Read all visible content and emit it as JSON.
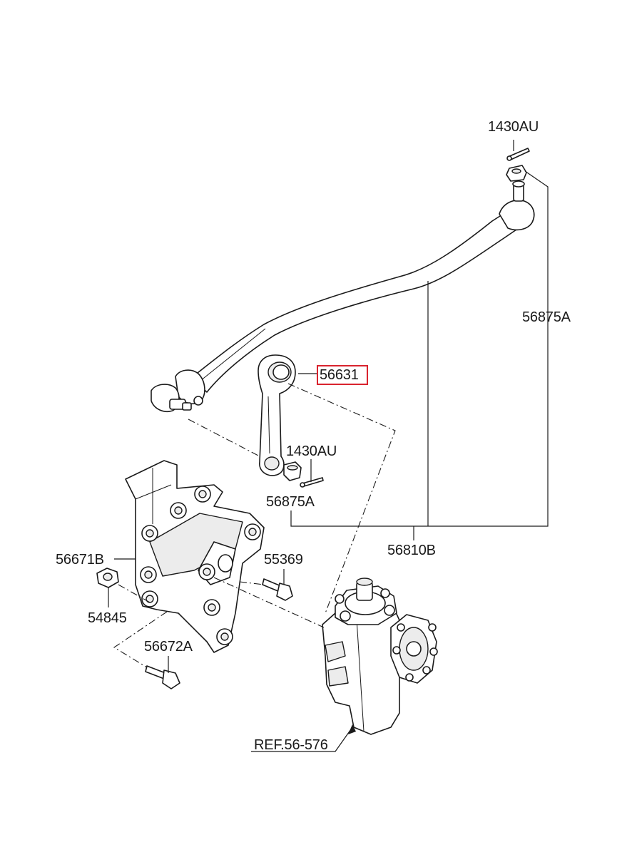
{
  "labels": {
    "cotter_pin_top": "1430AU",
    "tie_rod_end_right": "56875A",
    "pitman_arm": "56631",
    "cotter_pin_mid": "1430AU",
    "tie_rod_end_left": "56875A",
    "drag_link_assy": "56810B",
    "bracket": "56671B",
    "bolt_55369": "55369",
    "nut_54845": "54845",
    "bolt_56672A": "56672A",
    "gear_box_ref": "REF.56-576"
  },
  "highlight": {
    "part": "56631",
    "color": "#d9232e"
  }
}
